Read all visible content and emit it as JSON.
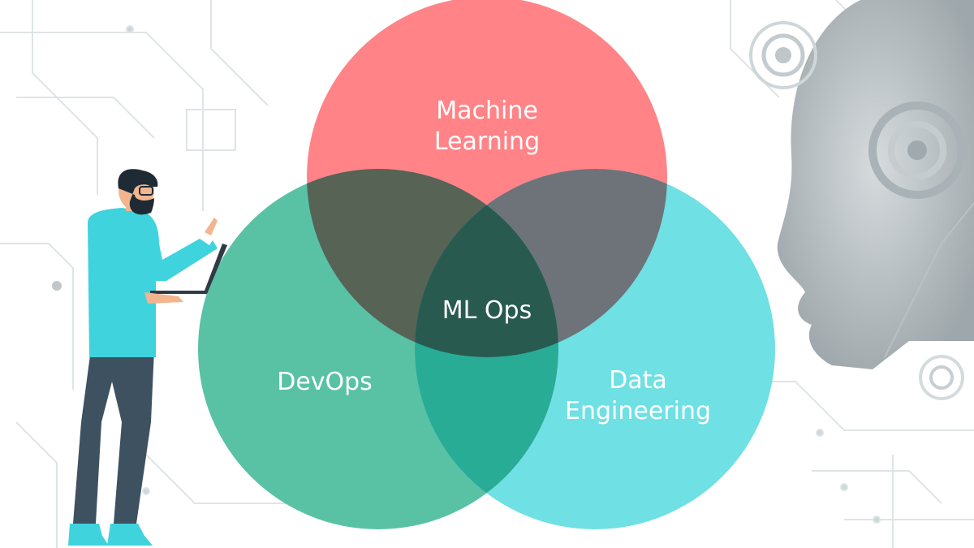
{
  "diagram": {
    "type": "venn-3",
    "circles": [
      {
        "key": "ml",
        "label_lines": [
          "Machine",
          "Learning"
        ],
        "color": "#FF8387"
      },
      {
        "key": "devops",
        "label_lines": [
          "DevOps"
        ],
        "color": "#59C2A5"
      },
      {
        "key": "data",
        "label_lines": [
          "Data",
          "Engineering"
        ],
        "color": "#6FE0E3"
      }
    ],
    "intersections": {
      "ml_devops": "#566355",
      "ml_data": "#6E737A",
      "devops_data": "#29AC95",
      "center": {
        "label": "ML Ops",
        "color": "#285A50"
      }
    }
  },
  "illustration": {
    "person": {
      "shirt_color": "#3FD3DE",
      "pants_color": "#3E5160",
      "shoe_color": "#3FD3DE",
      "hair_color": "#1E2B35"
    },
    "background_theme": "circuit-lines",
    "ai_head": {
      "color": "#B9C1C4"
    }
  }
}
